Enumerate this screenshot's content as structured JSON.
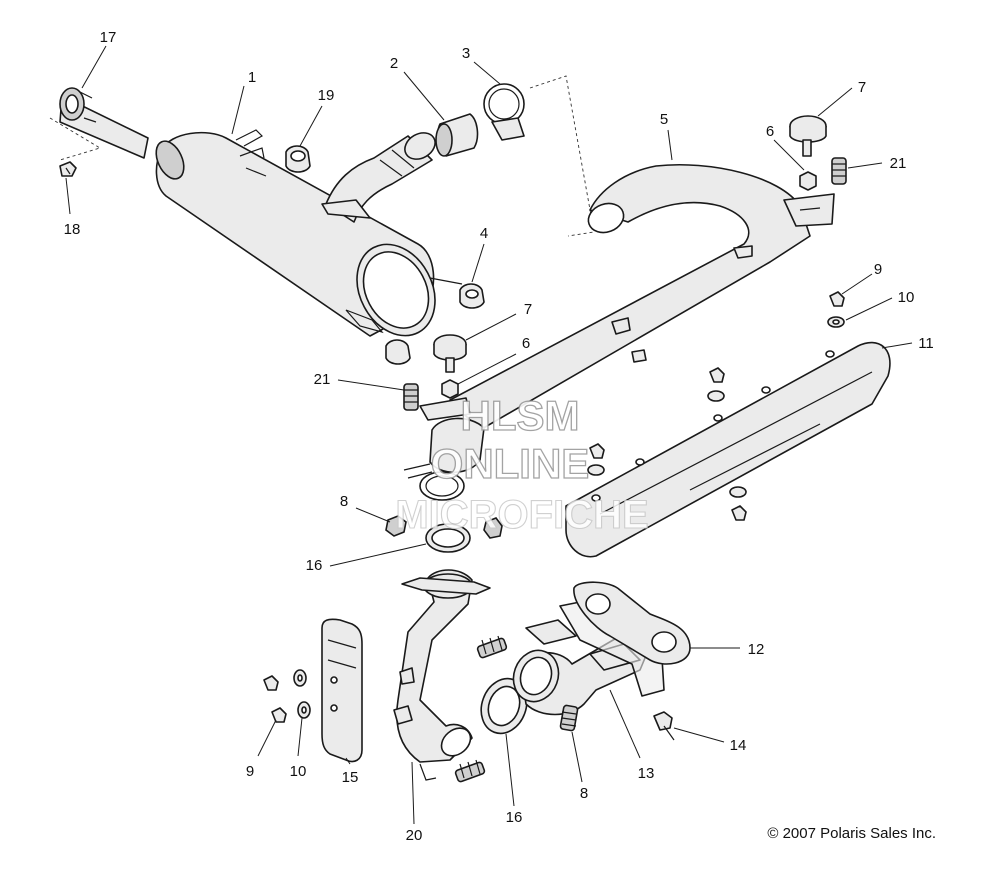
{
  "watermark": {
    "line1": "HLSM",
    "line2": "ONLINE",
    "line3": "MICROFICHE"
  },
  "copyright": "© 2007 Polaris Sales Inc.",
  "callouts": [
    {
      "id": "c17",
      "label": "17"
    },
    {
      "id": "c1",
      "label": "1"
    },
    {
      "id": "c19",
      "label": "19"
    },
    {
      "id": "c2",
      "label": "2"
    },
    {
      "id": "c3",
      "label": "3"
    },
    {
      "id": "c18",
      "label": "18"
    },
    {
      "id": "c7a",
      "label": "7"
    },
    {
      "id": "c5",
      "label": "5"
    },
    {
      "id": "c6a",
      "label": "6"
    },
    {
      "id": "c21a",
      "label": "21"
    },
    {
      "id": "c4",
      "label": "4"
    },
    {
      "id": "c9a",
      "label": "9"
    },
    {
      "id": "c10a",
      "label": "10"
    },
    {
      "id": "c7b",
      "label": "7"
    },
    {
      "id": "c6b",
      "label": "6"
    },
    {
      "id": "c11",
      "label": "11"
    },
    {
      "id": "c21b",
      "label": "21"
    },
    {
      "id": "c8a",
      "label": "8"
    },
    {
      "id": "c16a",
      "label": "16"
    },
    {
      "id": "c12",
      "label": "12"
    },
    {
      "id": "c14",
      "label": "14"
    },
    {
      "id": "c9b",
      "label": "9"
    },
    {
      "id": "c10b",
      "label": "10"
    },
    {
      "id": "c15",
      "label": "15"
    },
    {
      "id": "c13",
      "label": "13"
    },
    {
      "id": "c8b",
      "label": "8"
    },
    {
      "id": "c16b",
      "label": "16"
    },
    {
      "id": "c20",
      "label": "20"
    }
  ]
}
